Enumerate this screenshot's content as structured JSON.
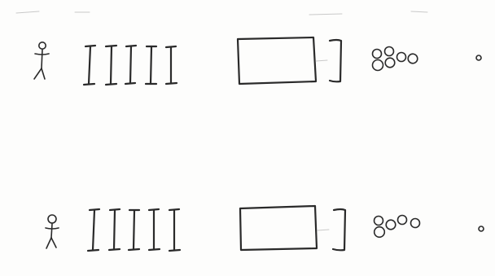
{
  "sketch": {
    "rows": [
      {
        "elements": [
          "person-icon",
          "bars-icon",
          "box-icon",
          "bracket-icon",
          "circles-cluster-icon",
          "dot-icon"
        ],
        "bar_count": 5,
        "circle_count": 6
      },
      {
        "elements": [
          "person-icon",
          "bars-icon",
          "box-icon",
          "bracket-icon",
          "circles-cluster-icon",
          "dot-icon"
        ],
        "bar_count": 5,
        "circle_count": 5
      }
    ],
    "colors": {
      "ink": "#2a2a2a",
      "paper": "#fdfdfc",
      "faint_ink": "#c9c9c9"
    }
  }
}
